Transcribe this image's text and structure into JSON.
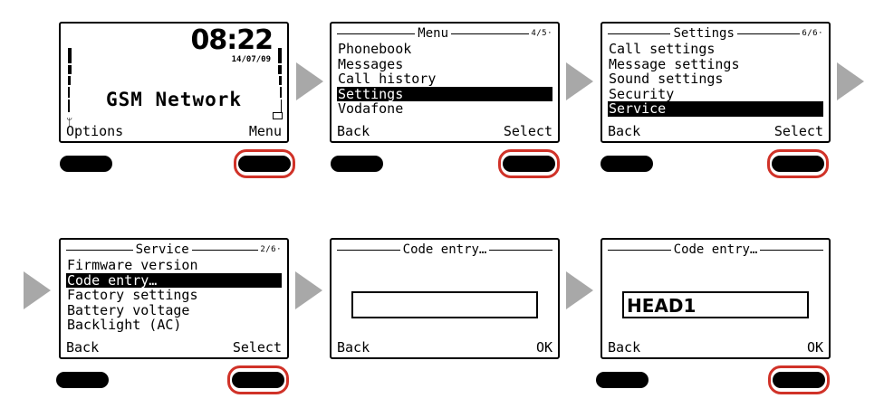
{
  "colors": {
    "highlight_ring": "#d03228",
    "arrow": "#a8a8a8"
  },
  "home": {
    "time": "08:22",
    "date": "14/07/09",
    "network": "GSM Network",
    "left_key": "Options",
    "right_key": "Menu",
    "signal_icon": "antenna-icon",
    "battery_icon": "battery-icon"
  },
  "menu": {
    "title": "Menu",
    "counter": "4/5",
    "items": [
      "Phonebook",
      "Messages",
      "Call history",
      "Settings",
      "Vodafone"
    ],
    "selected_index": 3,
    "left_key": "Back",
    "right_key": "Select"
  },
  "settings": {
    "title": "Settings",
    "counter": "6/6",
    "items": [
      "Call settings",
      "Message settings",
      "Sound settings",
      "Security",
      "Service"
    ],
    "selected_index": 4,
    "left_key": "Back",
    "right_key": "Select"
  },
  "service": {
    "title": "Service",
    "counter": "2/6",
    "items": [
      "Firmware version",
      "Code entry…",
      "Factory settings",
      "Battery voltage",
      "Backlight (AC)"
    ],
    "selected_index": 1,
    "left_key": "Back",
    "right_key": "Select"
  },
  "code_entry_empty": {
    "title": "Code entry…",
    "value": "",
    "left_key": "Back",
    "right_key": "OK"
  },
  "code_entry_filled": {
    "title": "Code entry…",
    "value": "HEAD1",
    "left_key": "Back",
    "right_key": "OK"
  }
}
